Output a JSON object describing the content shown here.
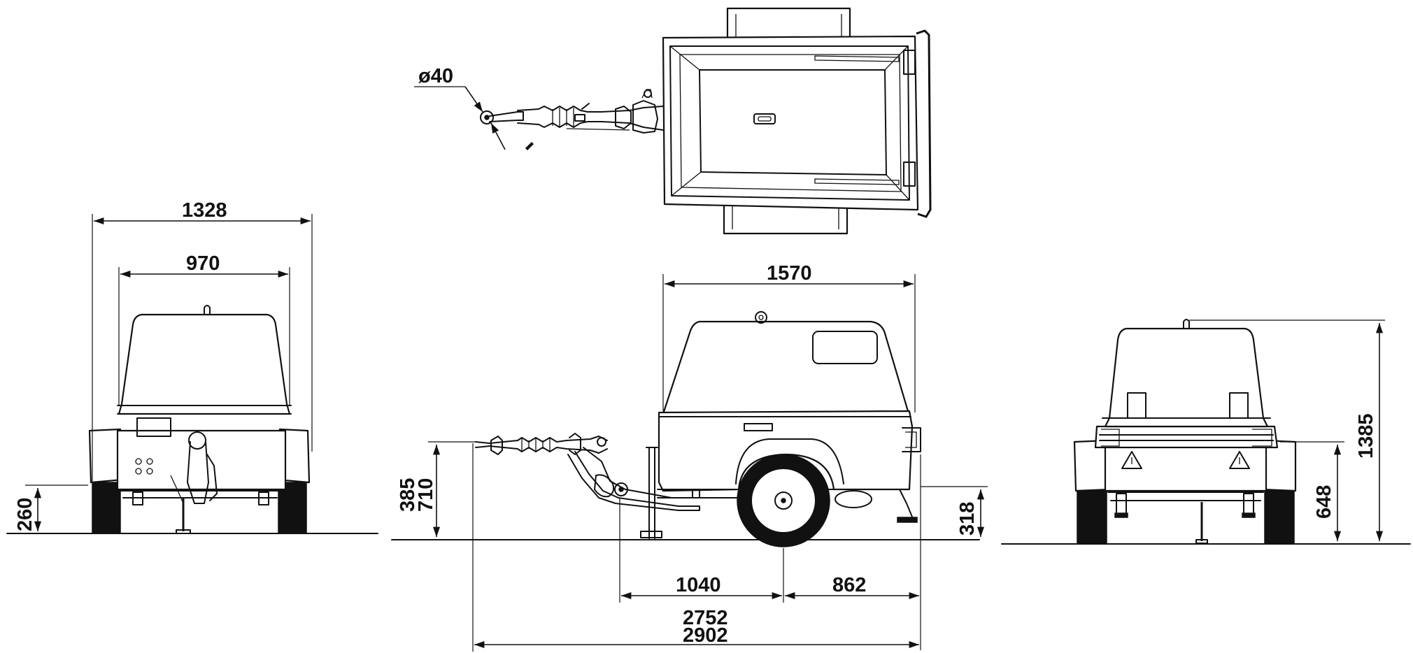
{
  "drawing": {
    "dimensions": {
      "tow_eye_diameter": "ø40",
      "front_overall_width": "1328",
      "front_body_width": "970",
      "front_ground_clearance": "260",
      "side_body_length": "1570",
      "side_drawbar_height_low": "385",
      "side_drawbar_height_high": "710",
      "side_axle_height": "318",
      "side_jack_to_axle": "1040",
      "side_axle_to_rear": "862",
      "side_length_short": "2752",
      "side_length_long": "2902",
      "rear_lamp_height": "648",
      "rear_overall_height": "1385"
    }
  }
}
